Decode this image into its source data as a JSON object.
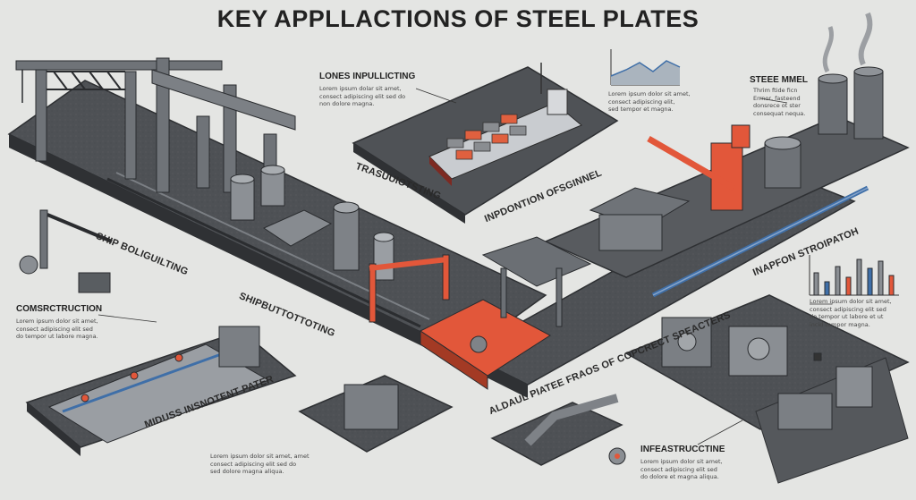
{
  "title": "KEY APPLLACTIONS OF STEEL PLATES",
  "callouts": {
    "lones": {
      "heading": "LONES INPULLICTING",
      "body": "Lorem ipsum dolar sit amet,\nconsect adipiscing elit sed do\nnon dolore magna."
    },
    "chart_note": {
      "body": "Lorem ipsum dolor sit amet,\nconsect adipiscing elit,\nsed tempor et magna."
    },
    "steel_mill": {
      "heading": "STEEE MMEL",
      "body": "Thrim ftide ficn\nErrnor, fasteend\ndonsrece ot ster\nconsequat nequa."
    },
    "construction": {
      "heading": "COMSRCTRUCTION",
      "body": "Lorem ipsum dolor sit amet,\nconsect adipiscing elit sed\ndo tempor ut labore magna."
    },
    "chart_right": {
      "body": "Lorem ipsum dolor sit amet,\nconsect adipiscing elit sed\ndo tempor ut labore et ut\nincid tempor magna."
    },
    "miduss": {
      "body": "Lorem ipsum dolor sit amet, amet\nconsect adipiscing elit sed do\nsed dolore magna aliqua."
    },
    "infrastructure": {
      "heading": "INFEASTRUCCTINE",
      "body": "Lorem ipsum dolor sit amet,\nconsect adipiscing elit sed\ndo dolore et magna aliqua."
    }
  },
  "floor_labels": {
    "ship_building": "SHIP BOLIGUILTING",
    "trasuidting": "TRASUUIOTSTING",
    "inpdontion": "INPDONTION OFSGINNEL",
    "inapfon": "INAPFON STROIPATOH",
    "shipbuotting": "SHIPBUTTOTTOTING",
    "aldaul": "ALDAUL PIATEE FRAOS OF COPCRECT SPEACTERS",
    "miduss": "MIDUSS INSNOTENT PATER"
  },
  "colors": {
    "background": "#e4e5e3",
    "platform": "#4a4d51",
    "platform_top": "#5b5f63",
    "structure": "#6f7378",
    "accent_red": "#e2573a",
    "accent_blue": "#3f6fa8"
  },
  "icons": [
    "gantry-crane",
    "cargo-ship",
    "steel-mill-smokestacks",
    "orange-crane",
    "storage-tank",
    "mining-truck",
    "machinery",
    "pipeline",
    "steel-plate-press",
    "line-chart",
    "bar-chart"
  ]
}
